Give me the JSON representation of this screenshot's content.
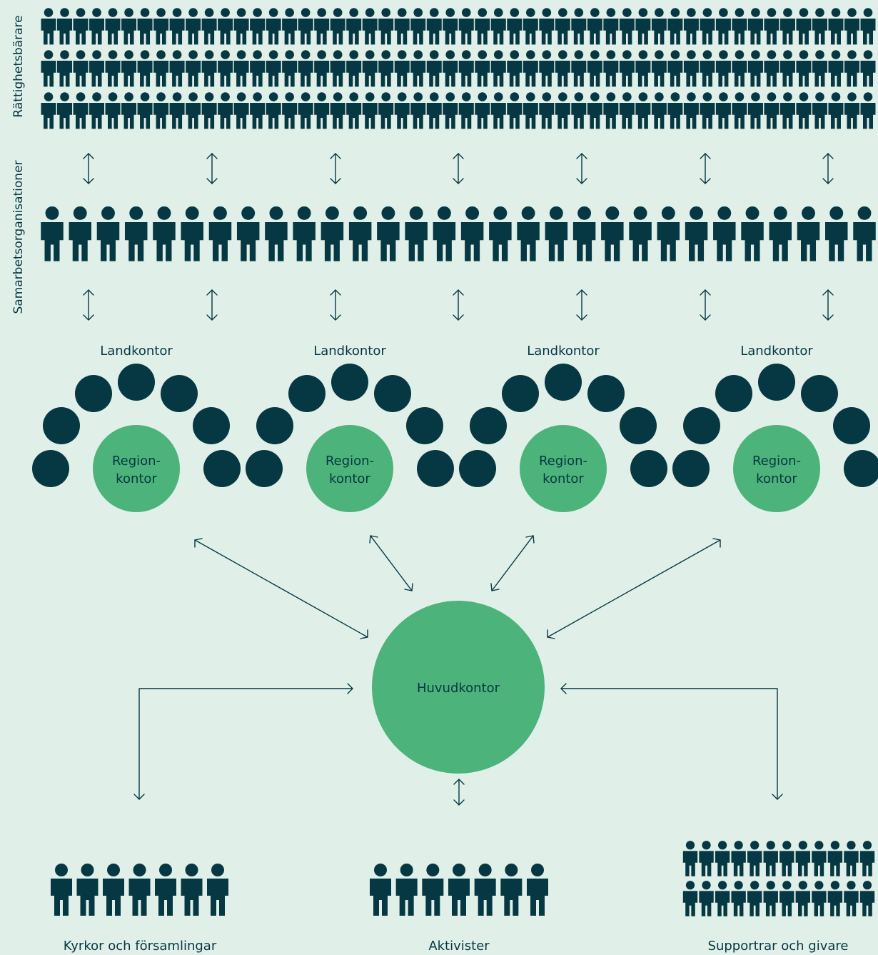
{
  "colors": {
    "background": "#e1efe9",
    "dark": "#053842",
    "green": "#4cb37a"
  },
  "side_labels": {
    "rights_holders": "Rättighetsbärare",
    "partner_orgs": "Samarbetsorganisationer"
  },
  "country_offices": [
    {
      "title": "Landkontor",
      "region_line1": "Region-",
      "region_line2": "kontor"
    },
    {
      "title": "Landkontor",
      "region_line1": "Region-",
      "region_line2": "kontor"
    },
    {
      "title": "Landkontor",
      "region_line1": "Region-",
      "region_line2": "kontor"
    },
    {
      "title": "Landkontor",
      "region_line1": "Region-",
      "region_line2": "kontor"
    }
  ],
  "head_office": "Huvudkontor",
  "groups": {
    "churches": "Kyrkor och församlingar",
    "activists": "Aktivister",
    "supporters": "Supportrar och givare"
  },
  "icons": {
    "person": "person-icon",
    "arrow": "double-arrow-icon",
    "office": "office-circle-icon"
  }
}
